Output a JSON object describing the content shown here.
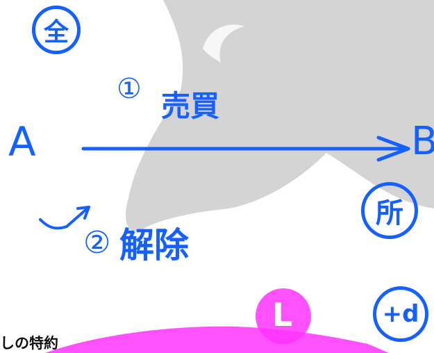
{
  "colors": {
    "ink": "#1560ff",
    "highlight": "#ff33ff",
    "silhouette": "#cfcfcf",
    "text": "#111111"
  },
  "labels": {
    "zen": "全",
    "step1": "①",
    "step1_word": "売買",
    "party_a": "A",
    "party_b": "B",
    "sho": "所",
    "step2": "②",
    "step2_word": "解除",
    "plus_d": "+d",
    "l_mark": "L"
  },
  "bottom_text": "しの特約",
  "icons": {
    "background": "fox-silhouette-icon",
    "arrow_main": "arrow-right-icon",
    "arrow_small": "check-arrow-icon"
  }
}
